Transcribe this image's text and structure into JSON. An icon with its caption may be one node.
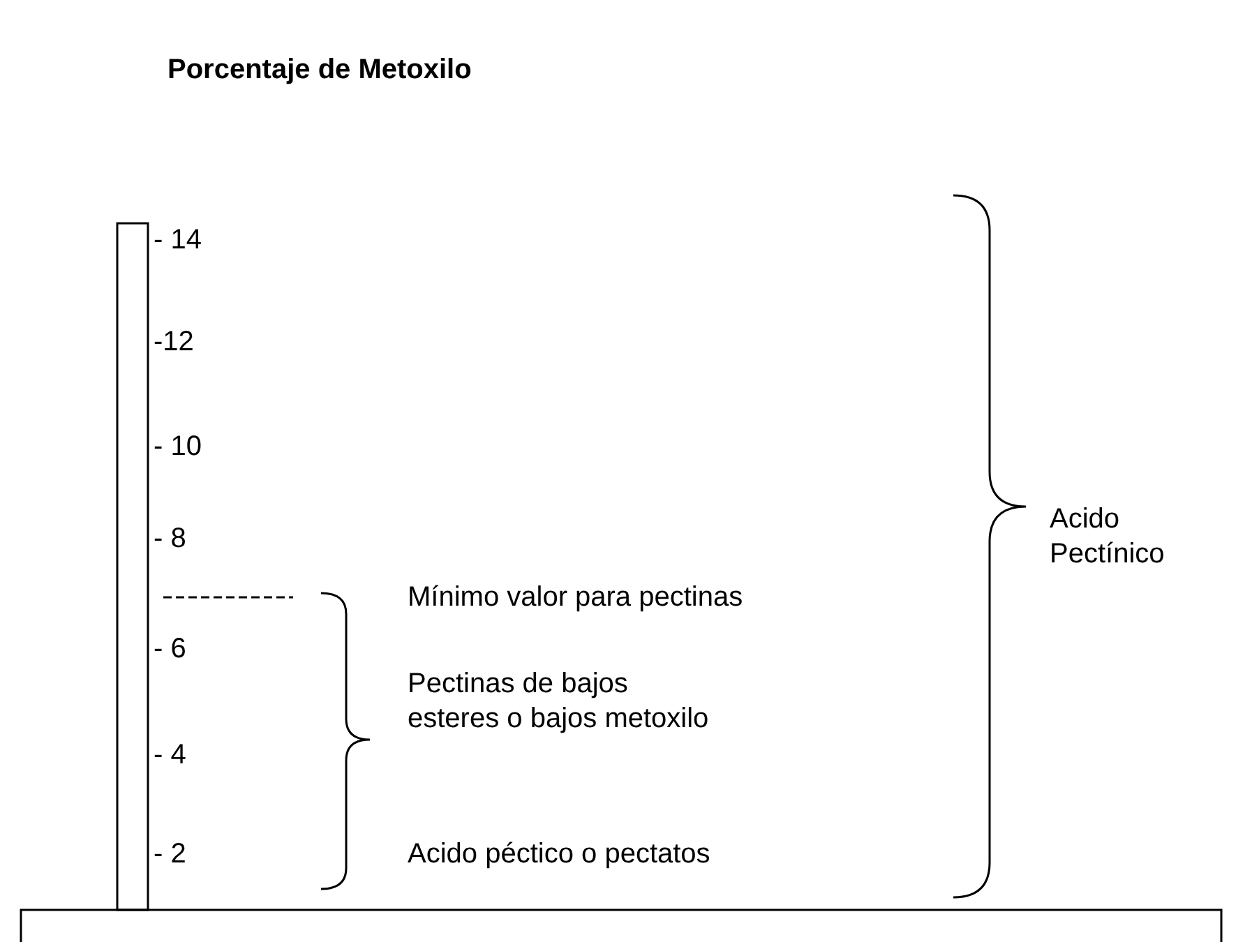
{
  "diagram": {
    "title": "Porcentaje de Metoxilo",
    "labels": [
      "- 14",
      "-12",
      "- 10",
      "- 8",
      "- 6",
      "- 4",
      "- 2",
      "Acido Pectínico",
      "Mínimo valor para pectinas",
      "Pectinas de bajos esteres o bajos metoxilo",
      "Acido péctico o pectatos"
    ]
  }
}
